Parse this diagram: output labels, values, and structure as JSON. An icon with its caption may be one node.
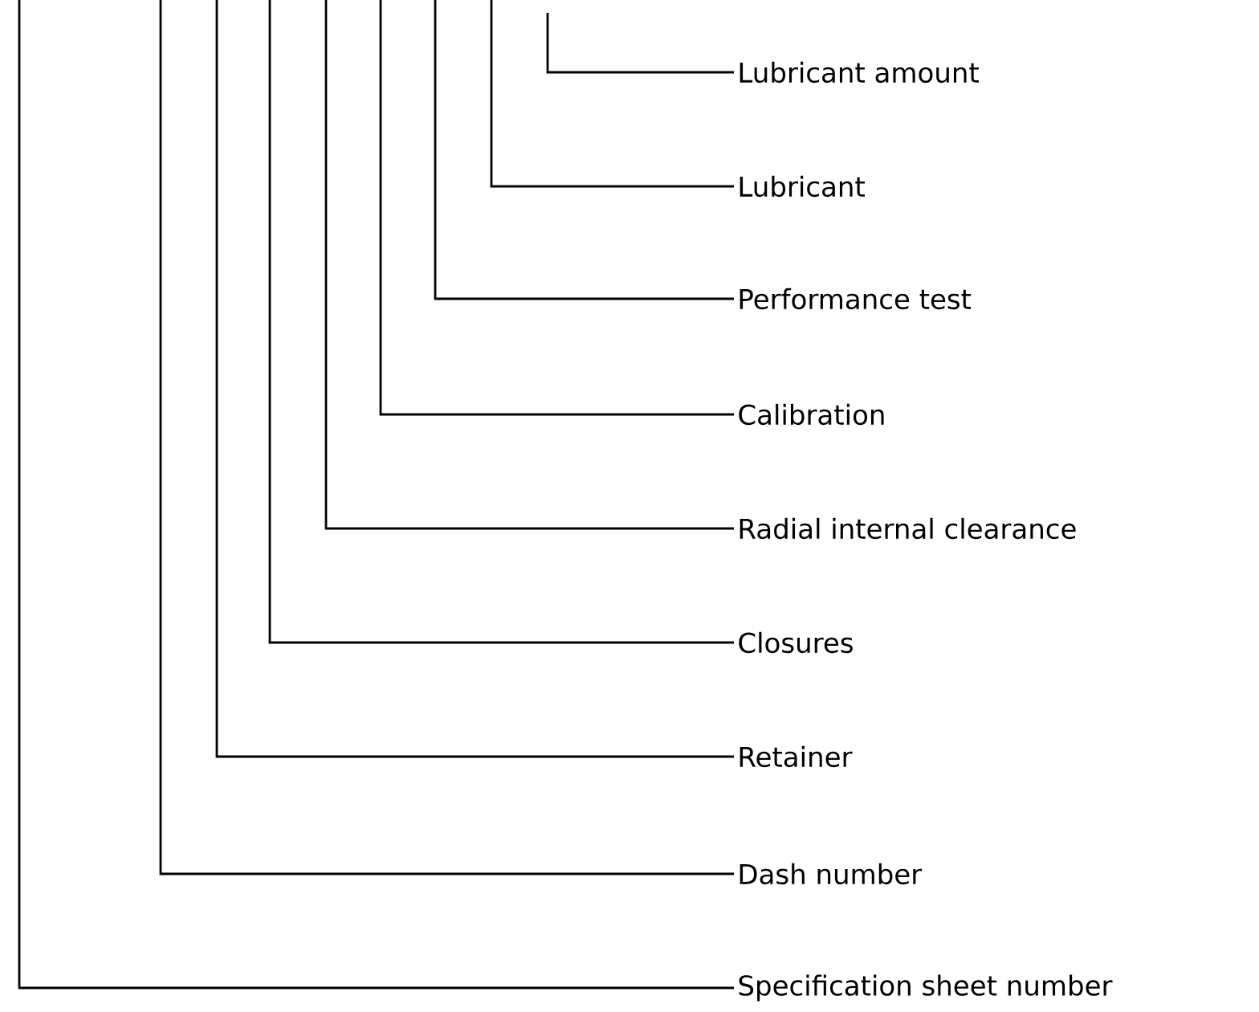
{
  "diagram": {
    "nodes": [
      {
        "text": [
          "Lubricant amount"
        ]
      },
      {
        "text": [
          "Lubricant"
        ]
      },
      {
        "text": [
          "Performance test"
        ]
      },
      {
        "text": [
          "Calibration"
        ]
      },
      {
        "text": [
          "Radial internal clearance"
        ]
      },
      {
        "text": [
          "Closures"
        ]
      },
      {
        "text": [
          "Retainer"
        ]
      },
      {
        "text": [
          "Dash number"
        ]
      },
      {
        "text": [
          "Specification sheet number"
        ]
      }
    ],
    "edges": [
      {
        "from": 0,
        "to": null,
        "arrow": "none"
      },
      {
        "from": 1,
        "to": null,
        "arrow": "none"
      },
      {
        "from": 2,
        "to": null,
        "arrow": "none"
      },
      {
        "from": 3,
        "to": null,
        "arrow": "none"
      },
      {
        "from": 4,
        "to": null,
        "arrow": "none"
      },
      {
        "from": 5,
        "to": null,
        "arrow": "none"
      },
      {
        "from": 6,
        "to": null,
        "arrow": "none"
      },
      {
        "from": 7,
        "to": null,
        "arrow": "none"
      },
      {
        "from": 8,
        "to": null,
        "arrow": "none"
      }
    ]
  }
}
